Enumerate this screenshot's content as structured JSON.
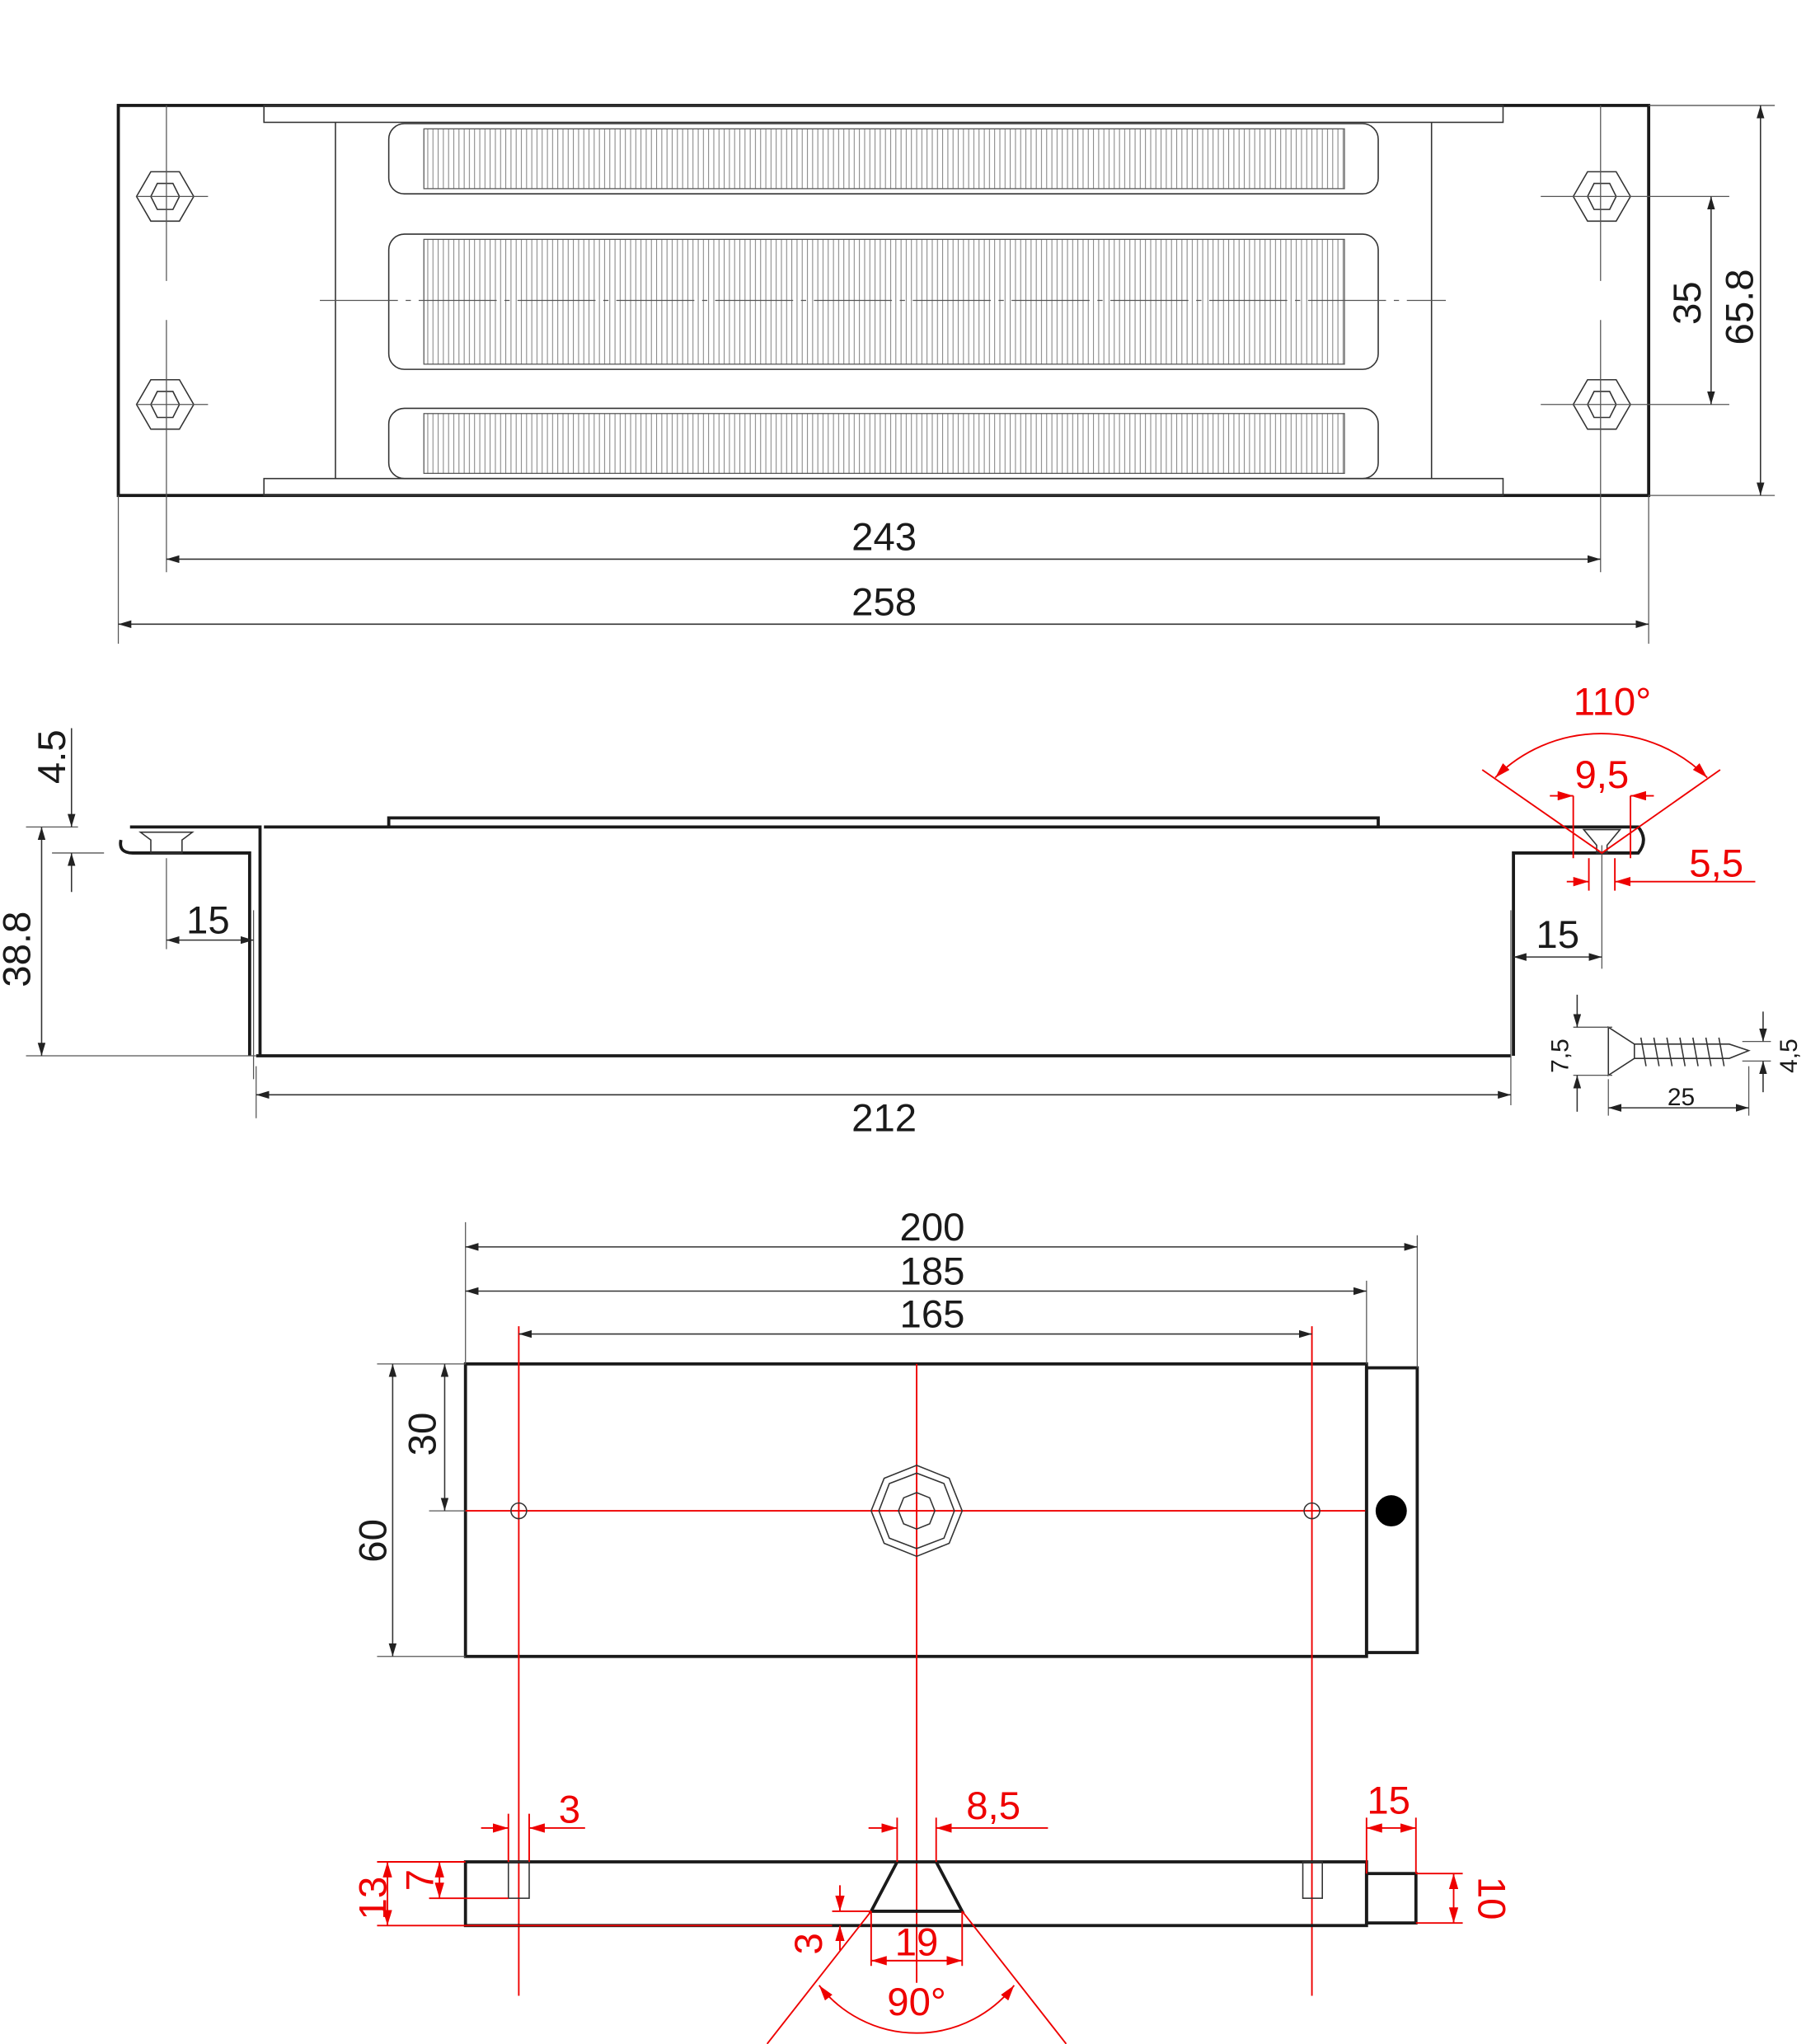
{
  "top_view": {
    "dims": {
      "hole_spacing": "243",
      "overall_length": "258",
      "hole_vertical": "35",
      "overall_height": "65.8"
    }
  },
  "side_view": {
    "dims": {
      "flange_thickness": "4.5",
      "height": "38.8",
      "flange_left": "15",
      "flange_right": "15",
      "body_length": "212",
      "countersink_angle": "110°",
      "countersink_diameter": "9,5",
      "hole_diameter": "5,5"
    }
  },
  "screw": {
    "head": "7,5",
    "shank": "4,5",
    "length": "25"
  },
  "bottom_view": {
    "dims": {
      "overall": "200",
      "body": "185",
      "hole_spacing": "165",
      "half_height": "30",
      "height": "60"
    }
  },
  "section_view": {
    "dims": {
      "slot_width": "3",
      "hole_diameter": "8,5",
      "stub_length": "15",
      "thickness": "13",
      "slot_depth": "7",
      "sink_depth": "3",
      "sink_diameter": "19",
      "sink_angle": "90°",
      "stub_height": "10"
    }
  },
  "colors": {
    "line": "#1a1a1a",
    "annotation": "#e00000"
  }
}
